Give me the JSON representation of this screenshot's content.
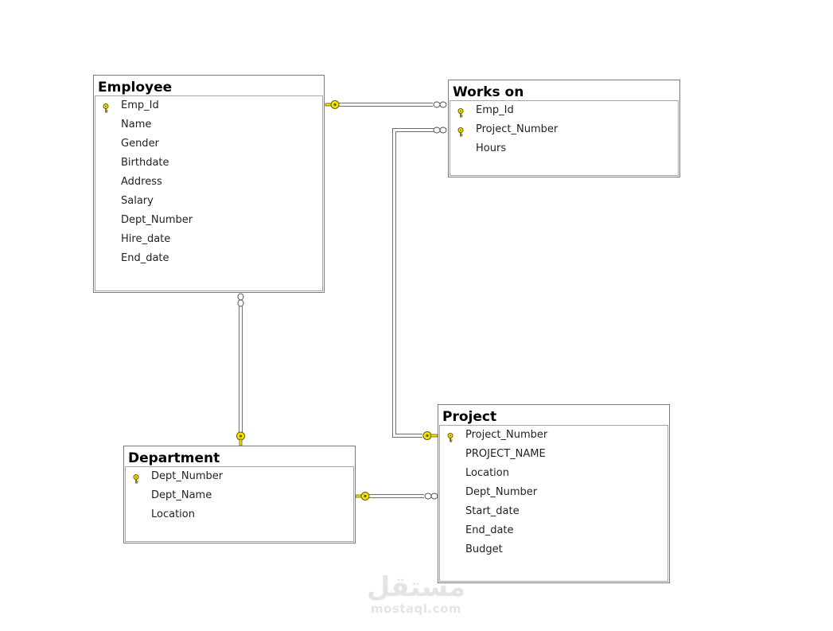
{
  "tables": {
    "employee": {
      "title": "Employee",
      "columns": [
        {
          "name": "Emp_Id",
          "key": true
        },
        {
          "name": "Name",
          "key": false
        },
        {
          "name": "Gender",
          "key": false
        },
        {
          "name": "Birthdate",
          "key": false
        },
        {
          "name": "Address",
          "key": false
        },
        {
          "name": "Salary",
          "key": false
        },
        {
          "name": "Dept_Number",
          "key": false
        },
        {
          "name": "Hire_date",
          "key": false
        },
        {
          "name": "End_date",
          "key": false
        }
      ]
    },
    "works_on": {
      "title": "Works on",
      "columns": [
        {
          "name": "Emp_Id",
          "key": true
        },
        {
          "name": "Project_Number",
          "key": true
        },
        {
          "name": "Hours",
          "key": false
        }
      ]
    },
    "department": {
      "title": "Department",
      "columns": [
        {
          "name": "Dept_Number",
          "key": true
        },
        {
          "name": "Dept_Name",
          "key": false
        },
        {
          "name": "Location",
          "key": false
        }
      ]
    },
    "project": {
      "title": "Project",
      "columns": [
        {
          "name": "Project_Number",
          "key": true
        },
        {
          "name": "PROJECT_NAME",
          "key": false
        },
        {
          "name": "Location",
          "key": false
        },
        {
          "name": "Dept_Number",
          "key": false
        },
        {
          "name": "Start_date",
          "key": false
        },
        {
          "name": "End_date",
          "key": false
        },
        {
          "name": "Budget",
          "key": false
        }
      ]
    }
  },
  "relationships": [
    {
      "from": "works_on",
      "to": "employee",
      "one_end": "employee",
      "many_end": "works_on"
    },
    {
      "from": "works_on",
      "to": "project",
      "one_end": "project",
      "many_end": "works_on"
    },
    {
      "from": "employee",
      "to": "department",
      "one_end": "department",
      "many_end": "employee"
    },
    {
      "from": "project",
      "to": "department",
      "one_end": "department",
      "many_end": "project"
    }
  ],
  "watermark": {
    "arabic": "مستقل",
    "latin": "mostaql.com"
  },
  "colors": {
    "key_fill": "#f2e600",
    "key_stroke": "#6b5a00",
    "line": "#6e6e6e",
    "border": "#7a7a7a"
  }
}
